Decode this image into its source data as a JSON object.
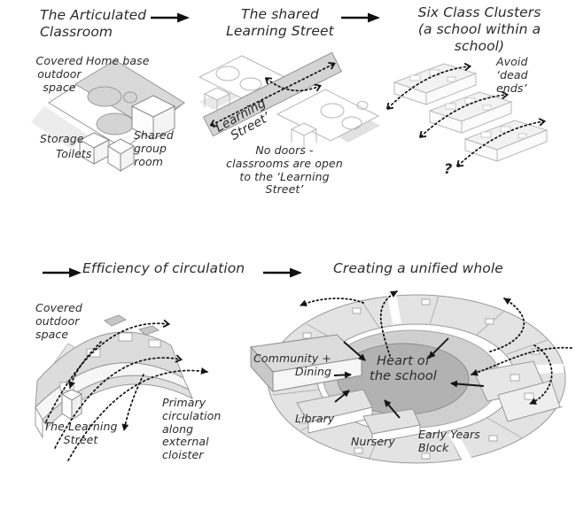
{
  "page": {
    "background": "#ffffff",
    "ink": "#2b2b2b",
    "light_gray": "#dcdcdc",
    "mid_gray": "#b2b2b2",
    "outline_gray": "#999999"
  },
  "panels": {
    "articulated": {
      "title": "The Articulated\nClassroom",
      "labels": {
        "covered_outdoor": "Covered\noutdoor\nspace",
        "home_base": "Home base",
        "storage": "Storage",
        "toilets": "Toilets",
        "shared_group_room": "Shared\ngroup\nroom"
      }
    },
    "shared_street": {
      "title": "The shared\nLearning Street",
      "street_line1": "‘Learning",
      "street_line2": "Street’",
      "caption": "No doors -\nclassrooms are open\nto the ‘Learning\nStreet’"
    },
    "clusters": {
      "title": "Six Class Clusters\n(a school within a\nschool)",
      "avoid": "Avoid\n‘dead\nends’",
      "question": "?"
    },
    "efficiency": {
      "title": "Efficiency of circulation",
      "labels": {
        "covered_outdoor": "Covered\noutdoor\nspace",
        "learning_street": "The Learning\nStreet",
        "primary_circulation": "Primary\ncirculation\nalong\nexternal\ncloister"
      }
    },
    "unified": {
      "title": "Creating a unified whole",
      "labels": {
        "community_dining": "Community +\nDining",
        "heart": "Heart of\nthe school",
        "library": "Library",
        "nursery": "Nursery",
        "early_years": "Early Years\nBlock"
      }
    }
  }
}
